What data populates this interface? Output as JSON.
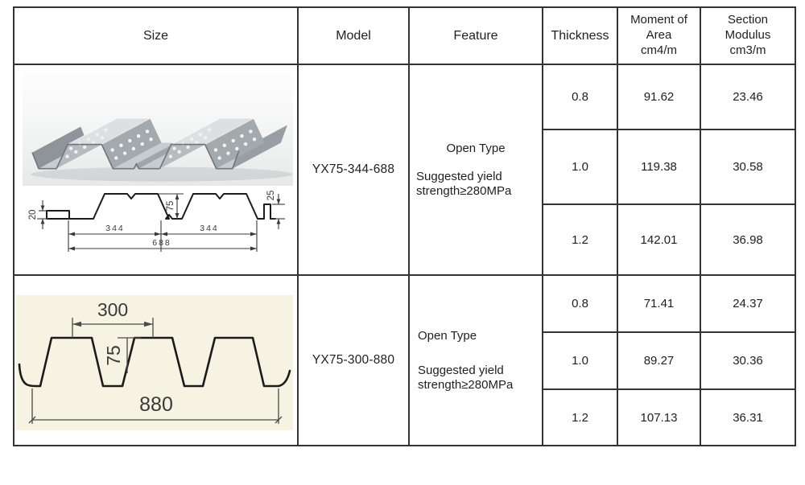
{
  "page": {
    "background": "#ffffff",
    "table_border_color": "#333333",
    "drawing2_background": "#f6f3e3"
  },
  "table": {
    "headers": [
      {
        "label": "Size"
      },
      {
        "label": "Model"
      },
      {
        "label": "Feature"
      },
      {
        "label": "Thickness"
      },
      {
        "label": "Moment of\nArea\ncm4/m"
      },
      {
        "label": "Section\nModulus\ncm3/m"
      }
    ],
    "groups": [
      {
        "model": "YX75-344-688",
        "feature_title": "Open Type",
        "feature_note": "Suggested yield\nstrength≥280MPa",
        "specs": [
          {
            "thickness": "0.8",
            "moment_of_area": "91.62",
            "section_modulus": "23.46"
          },
          {
            "thickness": "1.0",
            "moment_of_area": "119.38",
            "section_modulus": "30.58"
          },
          {
            "thickness": "1.2",
            "moment_of_area": "142.01",
            "section_modulus": "36.98"
          }
        ],
        "drawing_dims": {
          "edge_left": "20",
          "rib_height": "75",
          "edge_right": "25",
          "pitch_left": "344",
          "pitch_right": "344",
          "overall_width": "688"
        }
      },
      {
        "model": "YX75-300-880",
        "feature_title": "Open Type",
        "feature_note": "Suggested yield\nstrength≥280MPa",
        "specs": [
          {
            "thickness": "0.8",
            "moment_of_area": "71.41",
            "section_modulus": "24.37"
          },
          {
            "thickness": "1.0",
            "moment_of_area": "89.27",
            "section_modulus": "30.36"
          },
          {
            "thickness": "1.2",
            "moment_of_area": "107.13",
            "section_modulus": "36.31"
          }
        ],
        "drawing_dims": {
          "crest_pitch": "300",
          "rib_height": "75",
          "overall_width": "880"
        }
      }
    ]
  }
}
